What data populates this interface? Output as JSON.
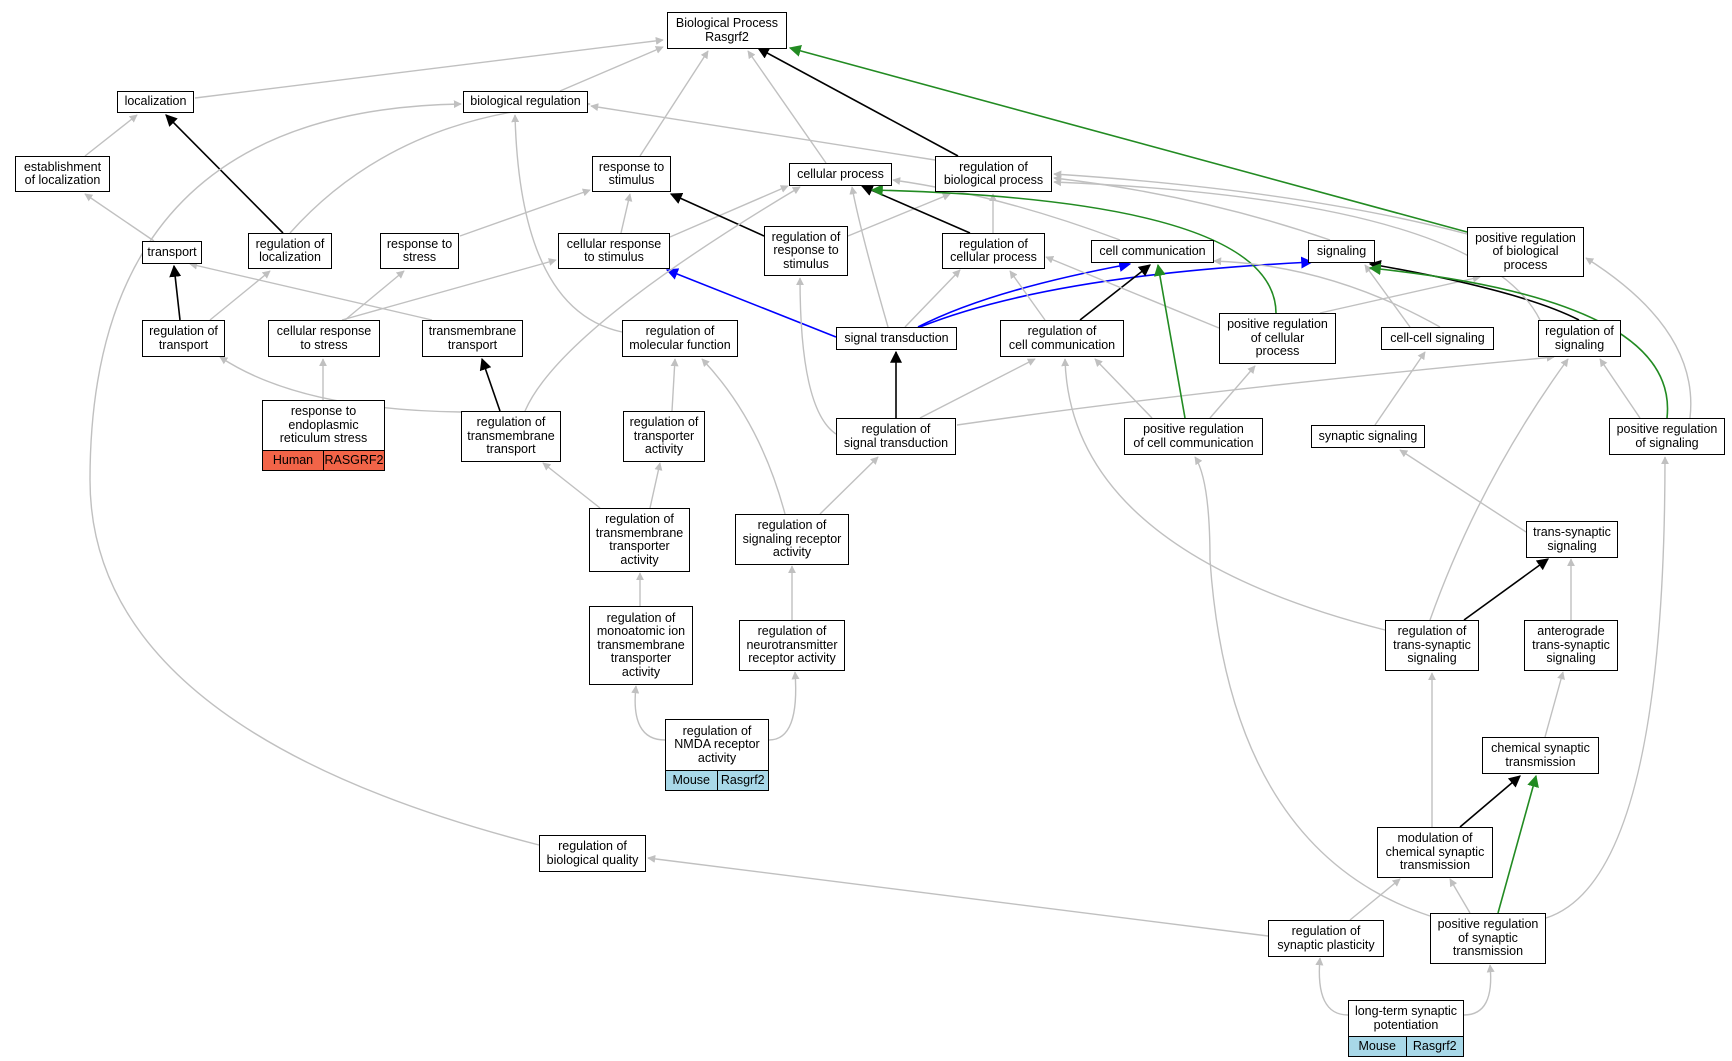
{
  "colors": {
    "gray_edge": "#c0c0c0",
    "black_edge": "#000000",
    "blue_edge": "#0000ff",
    "green_edge": "#228b22",
    "human_tag": "#f26448",
    "mouse_tag": "#a8d8e8"
  },
  "nodes": {
    "bp": {
      "label": "Biological Process\nRasgrf2"
    },
    "localization": {
      "label": "localization"
    },
    "biological_regulation": {
      "label": "biological regulation"
    },
    "establishment_of_localization": {
      "label": "establishment\nof localization"
    },
    "response_to_stimulus": {
      "label": "response to\nstimulus"
    },
    "cellular_process": {
      "label": "cellular process"
    },
    "regulation_of_biological_process": {
      "label": "regulation of\nbiological process"
    },
    "transport": {
      "label": "transport"
    },
    "regulation_of_localization": {
      "label": "regulation of\nlocalization"
    },
    "response_to_stress": {
      "label": "response to\nstress"
    },
    "cellular_response_to_stimulus": {
      "label": "cellular response\nto stimulus"
    },
    "regulation_of_response_to_stimulus": {
      "label": "regulation of\nresponse to\nstimulus"
    },
    "regulation_of_cellular_process": {
      "label": "regulation of\ncellular process"
    },
    "cell_communication": {
      "label": "cell communication"
    },
    "signaling": {
      "label": "signaling"
    },
    "positive_regulation_of_biological_process": {
      "label": "positive regulation\nof biological\nprocess"
    },
    "regulation_of_transport": {
      "label": "regulation of\ntransport"
    },
    "cellular_response_to_stress": {
      "label": "cellular response\nto stress"
    },
    "transmembrane_transport": {
      "label": "transmembrane\ntransport"
    },
    "regulation_of_molecular_function": {
      "label": "regulation of\nmolecular function"
    },
    "signal_transduction": {
      "label": "signal transduction"
    },
    "regulation_of_cell_communication": {
      "label": "regulation of\ncell communication"
    },
    "positive_regulation_of_cellular_process": {
      "label": "positive regulation\nof cellular\nprocess"
    },
    "cell_cell_signaling": {
      "label": "cell-cell signaling"
    },
    "regulation_of_signaling": {
      "label": "regulation of\nsignaling"
    },
    "response_to_er_stress": {
      "label": "response to\nendoplasmic\nreticulum stress",
      "tags": [
        "Human",
        "RASGRF2"
      ]
    },
    "regulation_of_transmembrane_transport": {
      "label": "regulation of\ntransmembrane\ntransport"
    },
    "regulation_of_transporter_activity": {
      "label": "regulation of\ntransporter\nactivity"
    },
    "regulation_of_signal_transduction": {
      "label": "regulation of\nsignal transduction"
    },
    "positive_regulation_of_cell_communication": {
      "label": "positive regulation\nof cell communication"
    },
    "synaptic_signaling": {
      "label": "synaptic signaling"
    },
    "positive_regulation_of_signaling": {
      "label": "positive regulation\nof signaling"
    },
    "regulation_of_transmembrane_transporter_activity": {
      "label": "regulation of\ntransmembrane\ntransporter\nactivity"
    },
    "regulation_of_signaling_receptor_activity": {
      "label": "regulation of\nsignaling receptor\nactivity"
    },
    "trans_synaptic_signaling": {
      "label": "trans-synaptic\nsignaling"
    },
    "regulation_of_monoatomic_ion_transmembrane_transporter_activity": {
      "label": "regulation of\nmonoatomic ion\ntransmembrane\ntransporter\nactivity"
    },
    "regulation_of_neurotransmitter_receptor_activity": {
      "label": "regulation of\nneurotransmitter\nreceptor activity"
    },
    "regulation_of_trans_synaptic_signaling": {
      "label": "regulation of\ntrans-synaptic\nsignaling"
    },
    "anterograde_trans_synaptic_signaling": {
      "label": "anterograde\ntrans-synaptic\nsignaling"
    },
    "regulation_of_nmda_receptor_activity": {
      "label": "regulation of\nNMDA receptor\nactivity",
      "tags": [
        "Mouse",
        "Rasgrf2"
      ]
    },
    "chemical_synaptic_transmission": {
      "label": "chemical synaptic\ntransmission"
    },
    "regulation_of_biological_quality": {
      "label": "regulation of\nbiological quality"
    },
    "modulation_of_chemical_synaptic_transmission": {
      "label": "modulation of\nchemical synaptic\ntransmission"
    },
    "regulation_of_synaptic_plasticity": {
      "label": "regulation of\nsynaptic plasticity"
    },
    "positive_regulation_of_synaptic_transmission": {
      "label": "positive regulation\nof synaptic\ntransmission"
    },
    "long_term_synaptic_potentiation": {
      "label": "long-term synaptic\npotentiation",
      "tags": [
        "Mouse",
        "Rasgrf2"
      ]
    }
  }
}
